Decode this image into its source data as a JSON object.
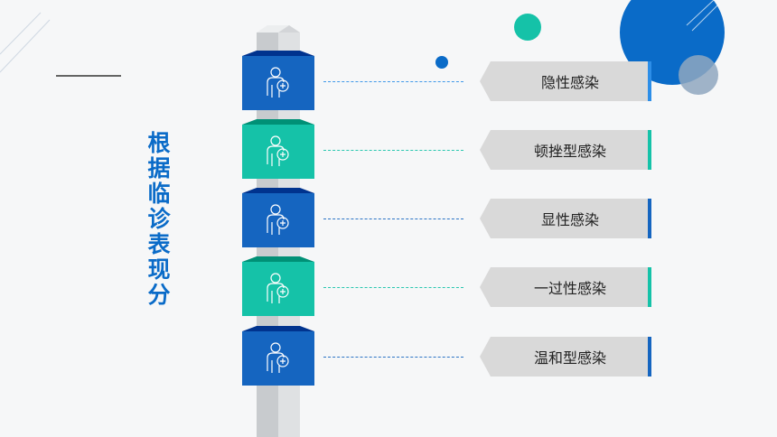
{
  "title": "根据临诊表现分",
  "items": [
    {
      "label": "隐性感染",
      "color": "#1565c0",
      "accent": "#2d8ee8"
    },
    {
      "label": "顿挫型感染",
      "color": "#15c2a8",
      "accent": "#15c2a8"
    },
    {
      "label": "显性感染",
      "color": "#1565c0",
      "accent": "#1565c0"
    },
    {
      "label": "一过性感染",
      "color": "#15c2a8",
      "accent": "#15c2a8"
    },
    {
      "label": "温和型感染",
      "color": "#1565c0",
      "accent": "#1565c0"
    }
  ],
  "icon": "person-with-virus-icon",
  "colors": {
    "blue": "#1565c0",
    "teal": "#15c2a8",
    "pillar": "#cfd2d5",
    "label_bg": "#d9d9d9"
  }
}
